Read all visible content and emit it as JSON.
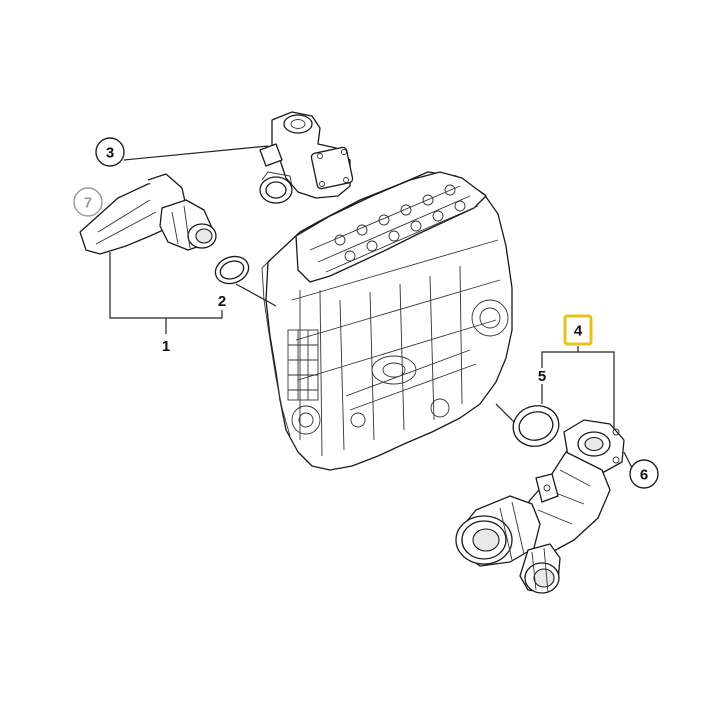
{
  "diagram": {
    "callouts": [
      {
        "id": "c1",
        "label": "1",
        "style": "plain"
      },
      {
        "id": "c2",
        "label": "2",
        "style": "plain"
      },
      {
        "id": "c3",
        "label": "3",
        "style": "circle"
      },
      {
        "id": "c4",
        "label": "4",
        "style": "highlighted-box"
      },
      {
        "id": "c5",
        "label": "5",
        "style": "plain"
      },
      {
        "id": "c6",
        "label": "6",
        "style": "circle"
      },
      {
        "id": "c7",
        "label": "7",
        "style": "circle-grey"
      }
    ],
    "colors": {
      "line": "#222222",
      "highlight": "#e8c21a",
      "grey_callout": "#9a9a9a"
    }
  }
}
